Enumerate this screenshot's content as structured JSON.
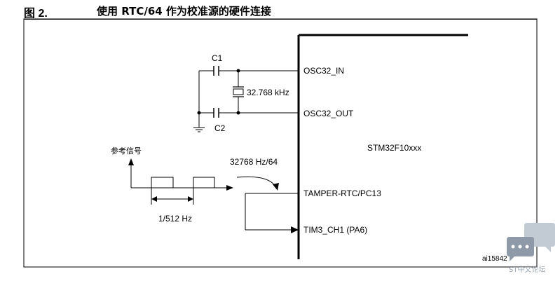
{
  "figure": {
    "number": "图 2.",
    "title": "使用 RTC/64 作为校准源的硬件连接"
  },
  "diagram": {
    "chip_name": "STM32F10xxx",
    "pins": {
      "osc_in": "OSC32_IN",
      "osc_out": "OSC32_OUT",
      "tamper": "TAMPER-RTC/PC13",
      "tim3": "TIM3_CH1 (PA6)"
    },
    "components": {
      "c1": "C1",
      "c2": "C2",
      "crystal": "32.768 kHz"
    },
    "signals": {
      "reference_label": "参考信号",
      "output_freq": "32768 Hz/64",
      "period_label": "1/512 Hz"
    },
    "figure_id": "ai15842"
  },
  "watermark": {
    "text": "ST中文论坛"
  }
}
